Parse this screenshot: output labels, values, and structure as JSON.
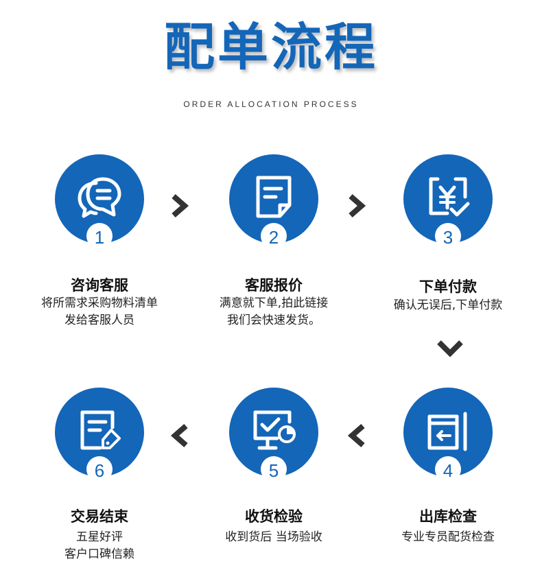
{
  "header": {
    "title": "配单流程",
    "subtitle": "ORDER ALLOCATION PROCESS"
  },
  "colors": {
    "primary": "#1466b8",
    "arrow": "#333333"
  },
  "steps": [
    {
      "number": "1",
      "title": "咨询客服",
      "desc_line1": "将所需求采购物料清单",
      "desc_line2": "发给客服人员",
      "icon": "chat-bubbles-icon"
    },
    {
      "number": "2",
      "title": "客服报价",
      "desc_line1": "满意就下单,拍此链接",
      "desc_line2": "我们会快速发货。",
      "icon": "document-icon"
    },
    {
      "number": "3",
      "title": "下单付款",
      "desc_line1": "确认无误后,下单付款",
      "desc_line2": "",
      "icon": "yen-payment-icon"
    },
    {
      "number": "4",
      "title": "出库检查",
      "desc_line1": "专业专员配货检查",
      "desc_line2": "",
      "icon": "box-out-icon"
    },
    {
      "number": "5",
      "title": "收货检验",
      "desc_line1": "收到货后 当场验收",
      "desc_line2": "",
      "icon": "monitor-check-icon"
    },
    {
      "number": "6",
      "title": "交易结束",
      "desc_line1": "五星好评",
      "desc_line2": "客户口碑信赖",
      "icon": "form-tag-icon"
    }
  ]
}
